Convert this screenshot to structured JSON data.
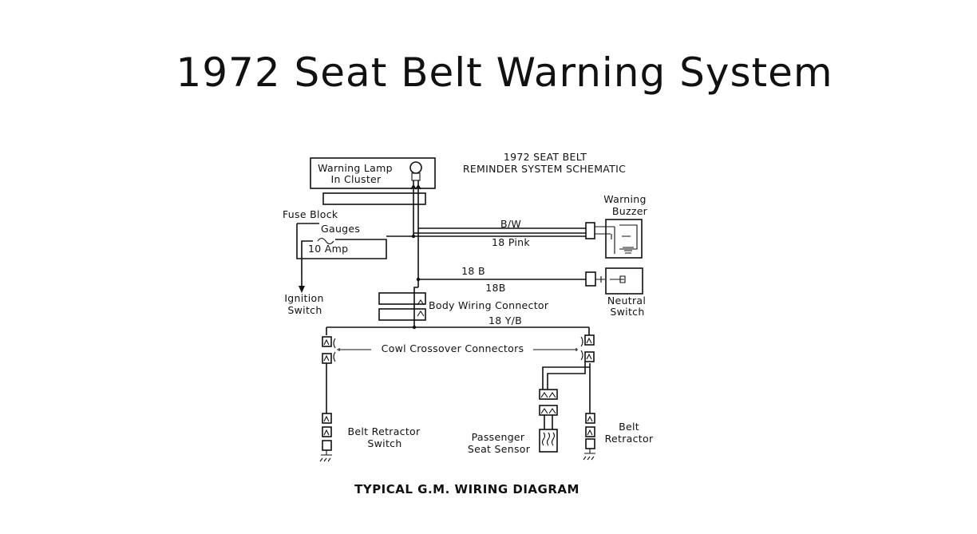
{
  "title": "1972 Seat Belt Warning System",
  "caption": "TYPICAL G.M. WIRING DIAGRAM",
  "schematic": {
    "heading_line1": "1972 SEAT BELT",
    "heading_line2": "REMINDER SYSTEM SCHEMATIC",
    "labels": {
      "warning_lamp_1": "Warning Lamp",
      "warning_lamp_2": "In Cluster",
      "fuse_block": "Fuse Block",
      "gauges": "Gauges",
      "amp": "10 Amp",
      "ignition_1": "Ignition",
      "ignition_2": "Switch",
      "warning_buzzer_1": "Warning",
      "warning_buzzer_2": "Buzzer",
      "neutral_switch_1": "Neutral",
      "neutral_switch_2": "Switch",
      "body_connector": "Body Wiring Connector",
      "cowl_connectors": "Cowl Crossover Connectors",
      "belt_retractor_switch_1": "Belt Retractor",
      "belt_retractor_switch_2": "Switch",
      "passenger_sensor_1": "Passenger",
      "passenger_sensor_2": "Seat Sensor",
      "belt_retractor_1": "Belt",
      "belt_retractor_2": "Retractor"
    },
    "wires": {
      "bw": "B/W",
      "pink": "18 Pink",
      "b18": "18 B",
      "b18b": "18B",
      "yb": "18 Y/B"
    }
  }
}
